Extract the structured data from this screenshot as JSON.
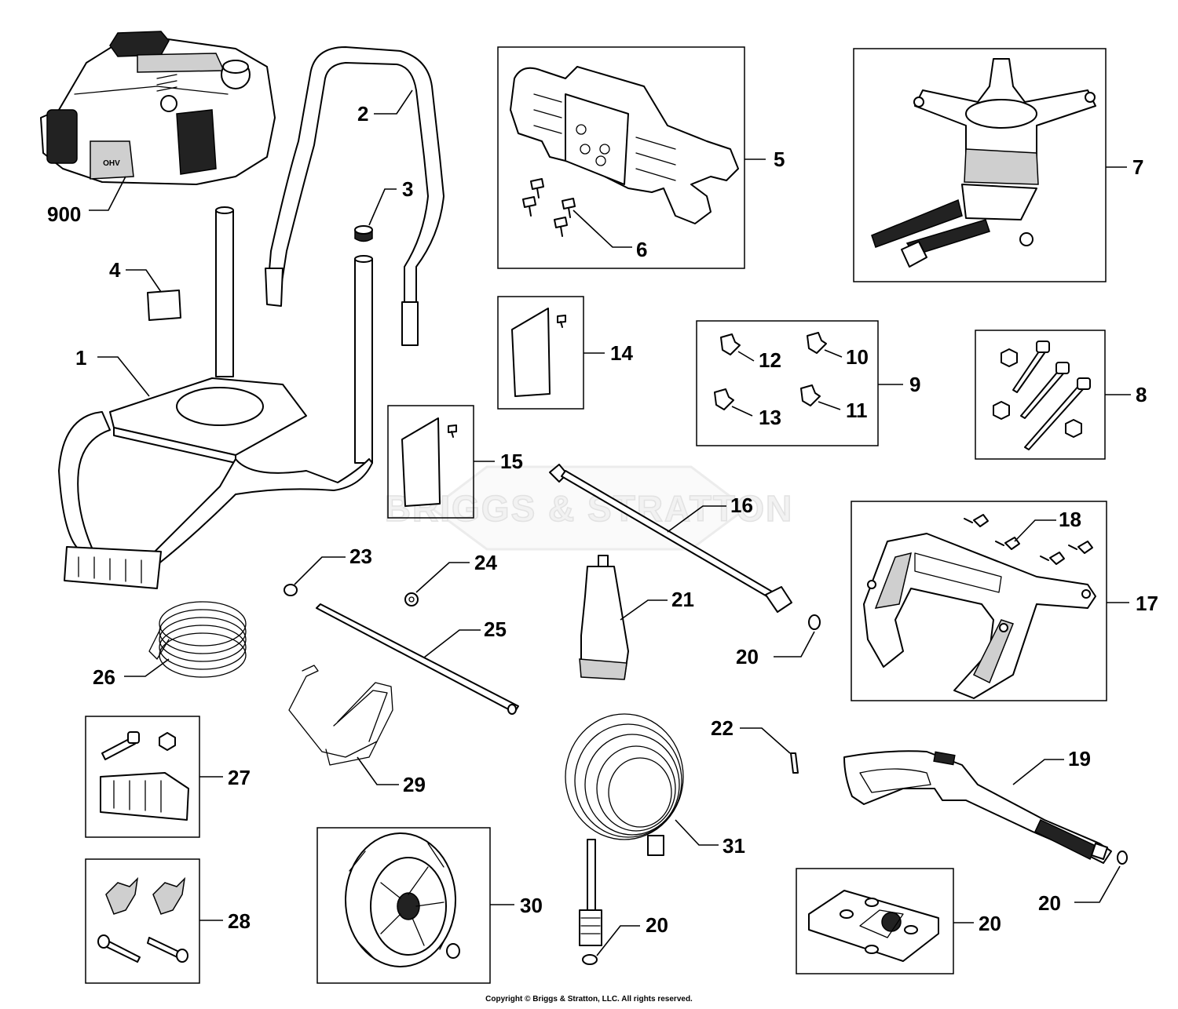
{
  "watermark": {
    "brand": "BRIGGS & STRATTON"
  },
  "copyright": "Copyright © Briggs & Stratton, LLC. All rights reserved.",
  "engine_badge": "OHV",
  "callouts": {
    "c900": "900",
    "c1": "1",
    "c2": "2",
    "c3": "3",
    "c4": "4",
    "c5": "5",
    "c6": "6",
    "c7": "7",
    "c8": "8",
    "c9": "9",
    "c10": "10",
    "c11": "11",
    "c12": "12",
    "c13": "13",
    "c14": "14",
    "c15": "15",
    "c16": "16",
    "c17": "17",
    "c18": "18",
    "c19": "19",
    "c20a": "20",
    "c20b": "20",
    "c20c": "20",
    "c20d": "20",
    "c21": "21",
    "c22": "22",
    "c23": "23",
    "c24": "24",
    "c25": "25",
    "c26": "26",
    "c27": "27",
    "c28": "28",
    "c29": "29",
    "c30": "30",
    "c31": "31"
  }
}
